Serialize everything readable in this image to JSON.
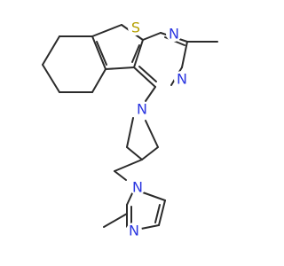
{
  "atoms": {
    "S": {
      "label": "S",
      "color": "#b5a000"
    },
    "N1": {
      "label": "N",
      "color": "#2a35e0"
    },
    "N2": {
      "label": "N",
      "color": "#2a35e0"
    },
    "N3": {
      "label": "N",
      "color": "#2a35e0"
    },
    "N4": {
      "label": "N",
      "color": "#2a35e0"
    },
    "N5": {
      "label": "N",
      "color": "#2a35e0"
    }
  },
  "bond_color": "#2b2b2b"
}
